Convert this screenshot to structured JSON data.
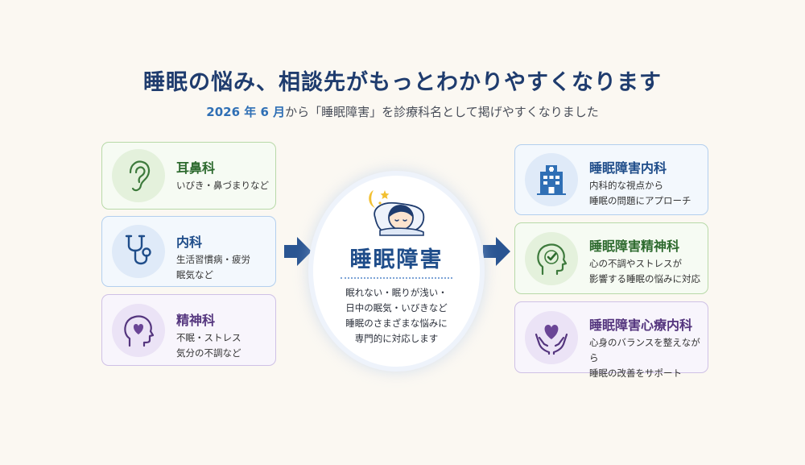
{
  "header": {
    "title": "睡眠の悩み、相談先がもっとわかりやすくなります",
    "subtitle_highlight": "2026 年 6 月",
    "subtitle_rest": "から「睡眠障害」を診療科名として掲げやすくなりました"
  },
  "left_cards": [
    {
      "title": "耳鼻科",
      "desc": "いびき・鼻づまりなど",
      "icon": "ear-icon"
    },
    {
      "title": "内科",
      "desc": "生活習慣病・疲労\n眠気など",
      "icon": "stethoscope-icon"
    },
    {
      "title": "精神科",
      "desc": "不眠・ストレス\n気分の不調など",
      "icon": "head-heart-icon"
    }
  ],
  "center": {
    "title": "睡眠障害",
    "desc": "眠れない・眠りが浅い・\n日中の眠気・いびきなど\n睡眠のさまざまな悩みに\n専門的に対応します",
    "icon": "sleeping-face-moon-icon"
  },
  "right_cards": [
    {
      "title": "睡眠障害内科",
      "desc": "内科的な視点から\n睡眠の問題にアプローチ",
      "icon": "hospital-icon"
    },
    {
      "title": "睡眠障害精神科",
      "desc": "心の不調やストレスが\n影響する睡眠の悩みに対応",
      "icon": "head-check-icon"
    },
    {
      "title": "睡眠障害心療内科",
      "desc": "心身のバランスを整えながら\n睡眠の改善をサポート",
      "icon": "hands-heart-icon"
    }
  ],
  "colors": {
    "navy": "#1f3c6e",
    "accent_blue": "#2f6fb5",
    "green": "#2d6a2e",
    "purple": "#54357e",
    "arrow": "#2a5592"
  }
}
